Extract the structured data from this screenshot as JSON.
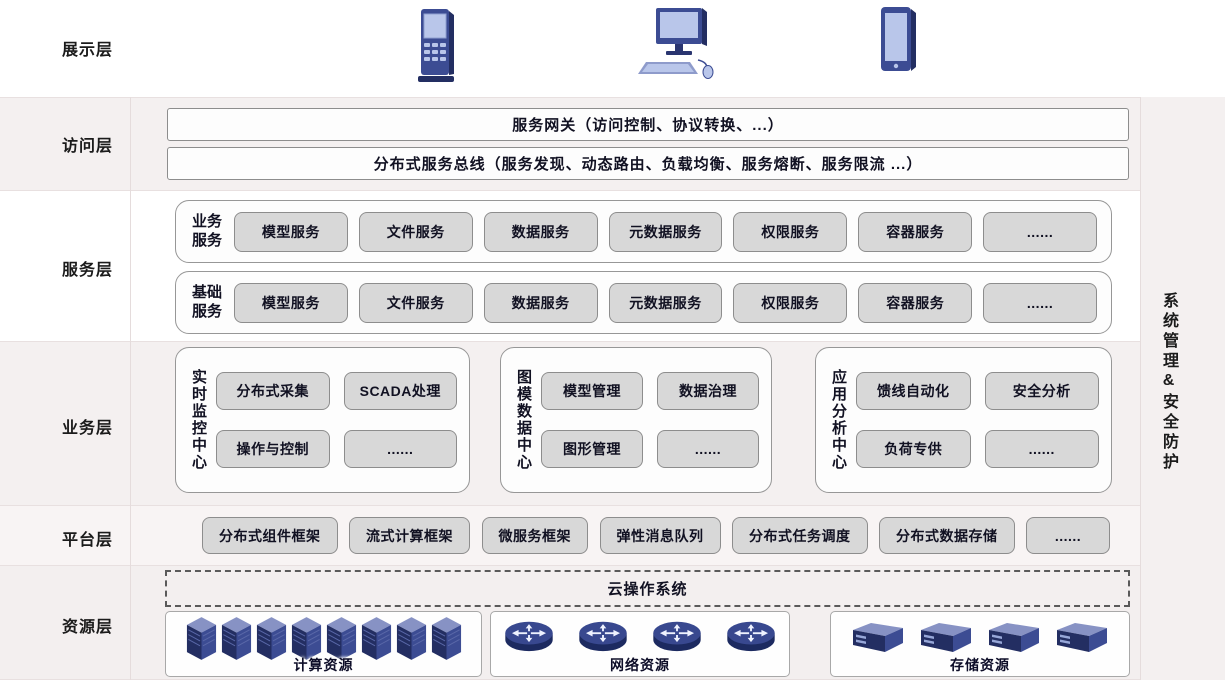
{
  "layers": {
    "presentation": {
      "label": "展示层"
    },
    "access": {
      "label": "访问层",
      "gateway": "服务网关（访问控制、协议转换、...）",
      "bus": "分布式服务总线（服务发现、动态路由、负载均衡、服务熔断、服务限流 ...）"
    },
    "service": {
      "label": "服务层",
      "rows": [
        {
          "group": "业务服务",
          "items": [
            "模型服务",
            "文件服务",
            "数据服务",
            "元数据服务",
            "权限服务",
            "容器服务",
            "......"
          ]
        },
        {
          "group": "基础服务",
          "items": [
            "模型服务",
            "文件服务",
            "数据服务",
            "元数据服务",
            "权限服务",
            "容器服务",
            "......"
          ]
        }
      ]
    },
    "business": {
      "label": "业务层",
      "centers": [
        {
          "title": "实时监控中心",
          "items": [
            "分布式采集",
            "SCADA处理",
            "操作与控制",
            "......"
          ]
        },
        {
          "title": "图模数据中心",
          "items": [
            "模型管理",
            "数据治理",
            "图形管理",
            "......"
          ]
        },
        {
          "title": "应用分析中心",
          "items": [
            "馈线自动化",
            "安全分析",
            "负荷专供",
            "......"
          ]
        }
      ]
    },
    "platform": {
      "label": "平台层",
      "items": [
        "分布式组件框架",
        "流式计算框架",
        "微服务框架",
        "弹性消息队列",
        "分布式任务调度",
        "分布式数据存储",
        "......"
      ]
    },
    "resource": {
      "label": "资源层",
      "cloud_os": "云操作系统",
      "groups": [
        {
          "label": "计算资源",
          "icon": "server-icon",
          "icon_count": 8
        },
        {
          "label": "网络资源",
          "icon": "router-icon",
          "icon_count": 4
        },
        {
          "label": "存储资源",
          "icon": "storage-array-icon",
          "icon_count": 4
        }
      ]
    }
  },
  "sidebar": {
    "label": "系统管理&安全防护"
  },
  "icons": {
    "presentation_devices": [
      "handheld-terminal-icon",
      "desktop-computer-icon",
      "tablet-icon"
    ]
  },
  "colors": {
    "band_pink": "#f4f0f0",
    "chip_gray": "#d8d8d8",
    "icon_navy": "#3c4c93",
    "icon_dark_navy": "#232e62",
    "text": "#111122"
  }
}
